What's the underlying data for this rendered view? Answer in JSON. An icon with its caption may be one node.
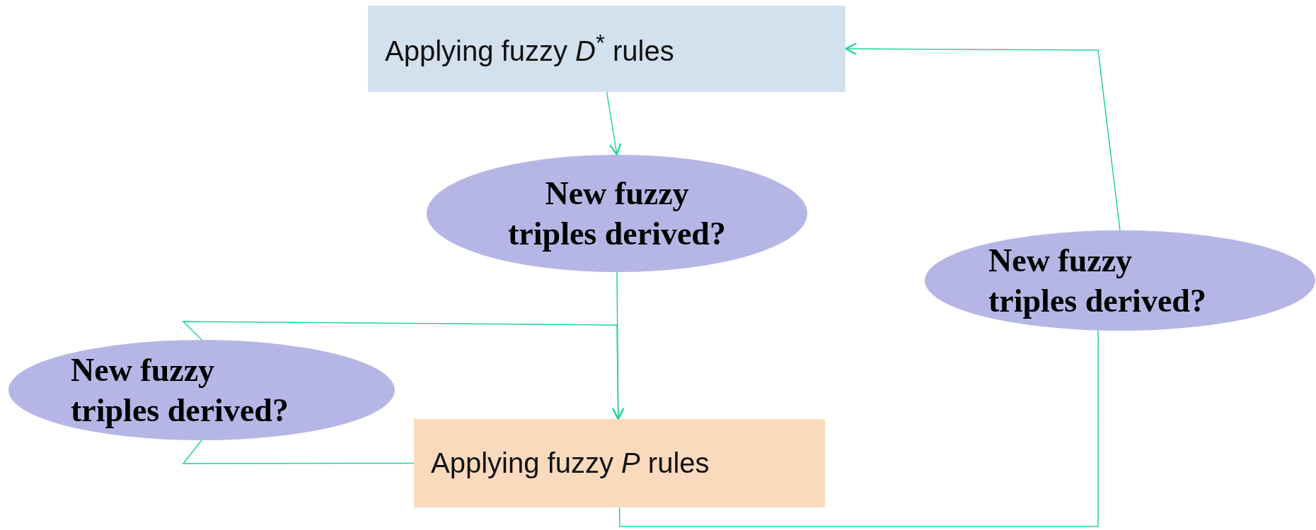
{
  "diagram": {
    "nodes": [
      {
        "text": [
          "Applying fuzzy *D*$^{*}$ rules"
        ]
      },
      {
        "text": [
          "New fuzzy triples derived?"
        ]
      },
      {
        "text": [
          "New fuzzy triples derived?"
        ]
      },
      {
        "text": [
          "New fuzzy triples derived?"
        ]
      },
      {
        "text": [
          "Applying fuzzy *P* rules"
        ]
      }
    ],
    "edges": [
      {
        "from": 0,
        "to": 1,
        "arrow": "to"
      },
      {
        "from": 1,
        "to": 4,
        "arrow": "to"
      },
      {
        "from": 4,
        "to": 3,
        "arrow": "none"
      },
      {
        "from": 3,
        "to": 4,
        "arrow": "to"
      },
      {
        "from": 4,
        "to": 2,
        "arrow": "none"
      },
      {
        "from": 2,
        "to": 0,
        "arrow": "to"
      }
    ]
  }
}
